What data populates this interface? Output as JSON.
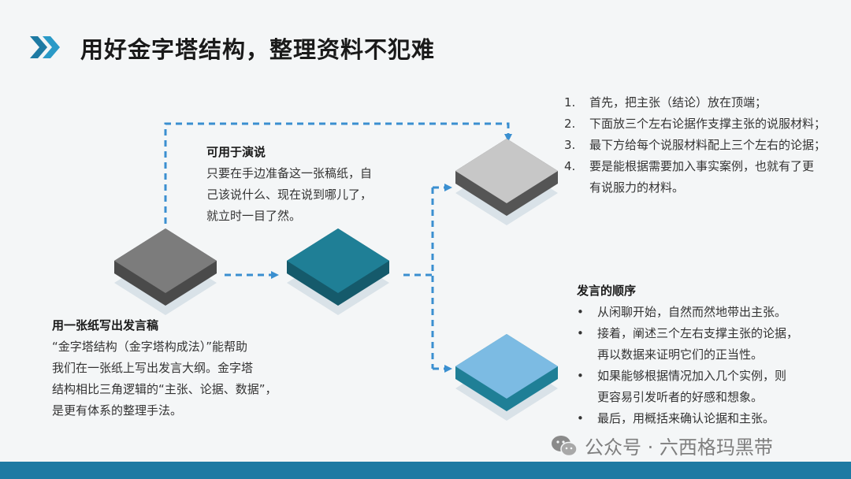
{
  "title": "用好金字塔结构，整理资料不犯难",
  "speech": {
    "heading": "可用于演说",
    "lines": [
      "只要在手边准备这一张稿纸，自",
      "己该说什么、现在说到哪儿了，",
      "就立时一目了然。"
    ]
  },
  "write": {
    "heading": "用一张纸写出发言稿",
    "lines": [
      "“金字塔结构（金字塔构成法）”能帮助",
      "我们在一张纸上写出发言大纲。金字塔",
      "结构相比三角逻辑的“主张、论据、数据”，",
      "是更有体系的整理手法。"
    ]
  },
  "steps": [
    {
      "num": "1.",
      "lines": [
        "首先，把主张（结论）放在顶端；"
      ]
    },
    {
      "num": "2.",
      "lines": [
        "下面放三个左右论据作支撑主张的说服材料；"
      ]
    },
    {
      "num": "3.",
      "lines": [
        "最下方给每个说服材料配上三个左右的论据；"
      ]
    },
    {
      "num": "4.",
      "lines": [
        "要是能根据需要加入事实案例，也就有了更",
        "有说服力的材料。"
      ]
    }
  ],
  "order": {
    "heading": "发言的顺序",
    "items": [
      {
        "lines": [
          "从闲聊开始，自然而然地带出主张。"
        ]
      },
      {
        "lines": [
          "接着，阐述三个左右支撑主张的论据，",
          "再以数据来证明它们的正当性。"
        ]
      },
      {
        "lines": [
          "如果能够根据情况加入几个实例，则",
          "更容易引发听者的好感和想象。"
        ]
      },
      {
        "lines": [
          "最后，用概括来确认论据和主张。"
        ]
      }
    ]
  },
  "watermark": "公众号 · 六西格玛黑带",
  "icons": {
    "title": "chevron-double-right-icon",
    "watermark": "wechat-icon"
  },
  "colors": {
    "accent": "#1e7aa3",
    "arrow": "#3a8fd0",
    "gray_tile": "#7c7c7c",
    "teal_tile": "#1f7f96",
    "light_gray_tile": "#c7c7c7",
    "light_blue_tile": "#7cbbe3"
  }
}
